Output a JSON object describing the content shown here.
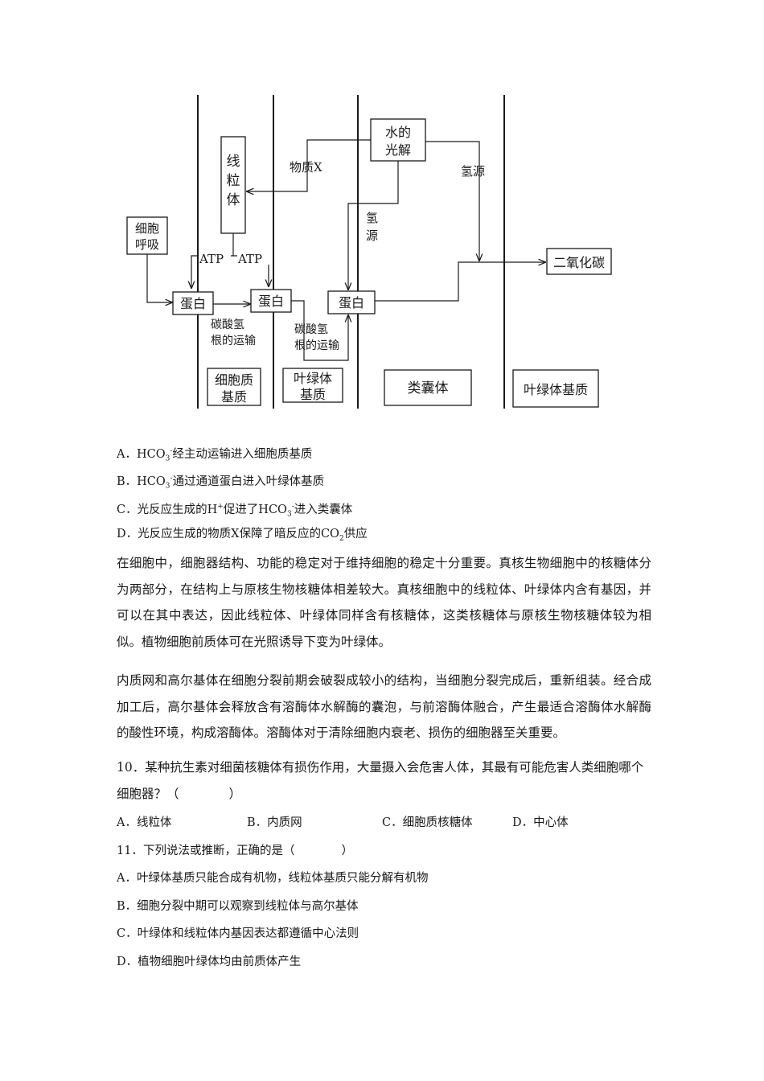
{
  "diagram": {
    "labels": {
      "mitochondria": "线粒体",
      "respiration_line1": "细胞",
      "respiration_line2": "呼吸",
      "water_line1": "水的",
      "water_line2": "光解",
      "substance_x": "物质X",
      "hydrogen_source": "氢源",
      "hydrogen_source_v1": "氢",
      "hydrogen_source_v2": "源",
      "atp": "ATP",
      "protein": "蛋白",
      "bicarb_line1": "碳酸氢",
      "bicarb_line2": "根的运输",
      "co2": "二氧化碳",
      "cytosol_line1": "细胞质",
      "cytosol_line2": "基质",
      "stroma_line1": "叶绿体",
      "stroma_line2": "基质",
      "thylakoid": "类囊体",
      "chloroplast_stroma": "叶绿体基质"
    }
  },
  "options_q9": [
    {
      "label": "A．",
      "pre": "HCO",
      "sub": "3",
      "sup": "-",
      "post": "经主动运输进入细胞质基质"
    },
    {
      "label": "B．",
      "pre": "HCO",
      "sub": "3",
      "sup": "-",
      "post": "通过通道蛋白进入叶绿体基质"
    },
    {
      "label": "C．",
      "pre": "光反应生成的H",
      "sup": "+",
      "mid": "促进了HCO",
      "sub": "3",
      "sup2": "-",
      "post": "进入类囊体"
    },
    {
      "label": "D．",
      "pre": "光反应生成的物质X保障了暗反应的CO",
      "sub": "2",
      "post": "供应"
    }
  ],
  "paragraph1": "在细胞中，细胞器结构、功能的稳定对于维持细胞的稳定十分重要。真核生物细胞中的核糖体分为两部分，在结构上与原核生物核糖体相差较大。真核细胞中的线粒体、叶绿体内含有基因，并可以在其中表达，因此线粒体、叶绿体同样含有核糖体，这类核糖体与原核生物核糖体较为相似。植物细胞前质体可在光照诱导下变为叶绿体。",
  "paragraph2": "内质网和高尔基体在细胞分裂前期会破裂成较小的结构，当细胞分裂完成后，重新组装。经合成加工后，高尔基体会释放含有溶酶体水解酶的囊泡，与前溶酶体融合，产生最适合溶酶体水解酶的酸性环境，构成溶酶体。溶酶体对于清除细胞内衰老、损伤的细胞器至关重要。",
  "q10": {
    "stem": "10．某种抗生素对细菌核糖体有损伤作用，大量摄入会危害人体，其最有可能危害人类细胞哪个细胞器？（　　　　）",
    "choices": [
      "A．线粒体",
      "B．内质网",
      "C．细胞质核糖体",
      "D．中心体"
    ]
  },
  "q11": {
    "stem": "11．下列说法或推断，正确的是（　　　　）",
    "choices": [
      "A．叶绿体基质只能合成有机物，线粒体基质只能分解有机物",
      "B．细胞分裂中期可以观察到线粒体与高尔基体",
      "C．叶绿体和线粒体内基因表达都遵循中心法则",
      "D．植物细胞叶绿体均由前质体产生"
    ]
  }
}
